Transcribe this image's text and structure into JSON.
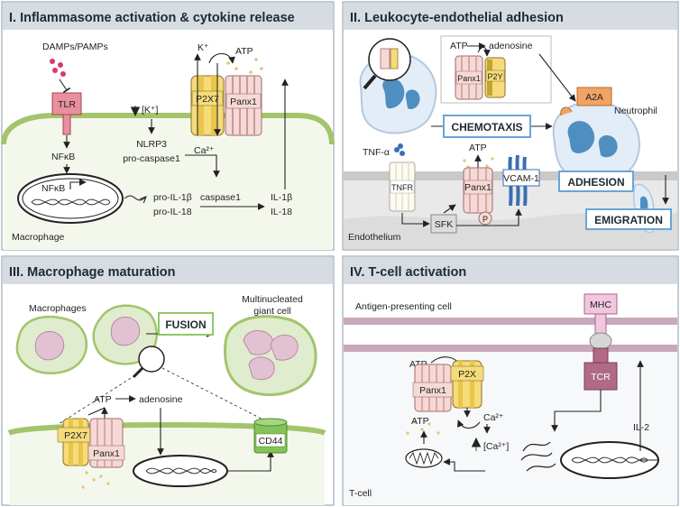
{
  "panels": {
    "p1": {
      "title": "I. Inflammasome activation & cytokine release",
      "damps": "DAMPs/PAMPs",
      "tlr": "TLR",
      "nfkb_cyto": "NFκB",
      "nfkb_nuc": "NFκB",
      "k_plus": "K⁺",
      "atp": "ATP",
      "p2x7": "P2X7",
      "panx1": "Panx1",
      "ca": "Ca²⁺",
      "k_low": "[K⁺]",
      "nlrp3": "NLRP3",
      "pro_casp": "pro-caspase1",
      "pro_il1b": "pro-IL-1β",
      "pro_il18": "pro-IL-18",
      "caspase1": "caspase1",
      "il1b": "IL-1β",
      "il18": "IL-18",
      "cell": "Macrophage"
    },
    "p2": {
      "title": "II. Leukocyte-endothelial adhesion",
      "atp_top": "ATP",
      "adenosine": "adenosine",
      "panx1_inset": "Panx1",
      "p2y": "P2Y",
      "a2a": "A2A",
      "neutrophil": "Neutrophil",
      "chemotaxis": "CHEMOTAXIS",
      "tnfa": "TNF-α",
      "atp_mid": "ATP",
      "tnfr": "TNFR",
      "panx1": "Panx1",
      "vcam": "VCAM-1",
      "adhesion": "ADHESION",
      "sfk": "SFK",
      "p": "P",
      "emigration": "EMIGRATION",
      "endothelium": "Endothelium"
    },
    "p3": {
      "title": "III. Macrophage maturation",
      "macrophages": "Macrophages",
      "fusion": "FUSION",
      "giant1": "Multinucleated",
      "giant2": "giant cell",
      "atp": "ATP",
      "adenosine": "adenosine",
      "p2x7": "P2X7",
      "panx1": "Panx1",
      "cd44": "CD44"
    },
    "p4": {
      "title": "IV. T-cell activation",
      "apc": "Antigen-presenting cell",
      "mhc": "MHC",
      "tcr": "TCR",
      "atp_top": "ATP",
      "panx1": "Panx1",
      "p2x": "P2X",
      "ca": "Ca²⁺",
      "atp_left": "ATP",
      "ca_int": "[Ca²⁺]",
      "il2": "IL-2",
      "tcell": "T-cell"
    }
  },
  "colors": {
    "panel_border": "#8a9aa6",
    "title_band": "#d6dce2",
    "membrane": "#a3c46c",
    "membrane_fill": "#f2f7e8",
    "endothelium": "#b6b6b6",
    "apc_membrane": "#a88a9c",
    "p2x7_fill": "#f6db7a",
    "panx1_fill": "#f6d9d6",
    "tlr_fill": "#e8909e",
    "chemotaxis_border": "#6aa4d8",
    "fusion_border": "#8ec96a",
    "a2a_fill": "#f0a465",
    "cd44_fill": "#84c25a",
    "vcam_fill": "#3a6fb0",
    "tcr_fill": "#b06a86",
    "mhc_fill": "#f2c6de",
    "neutrophil": "#4f8fbf"
  }
}
